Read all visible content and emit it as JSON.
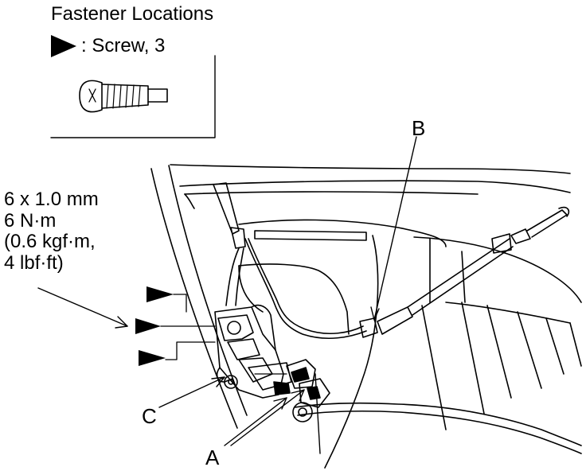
{
  "legend": {
    "title": "Fastener Locations",
    "screw_label": ": Screw, 3",
    "marker_icon": "triangle-marker-icon",
    "screw_icon": "flat-head-screw-icon"
  },
  "spec": {
    "lines": [
      "6 x 1.0 mm",
      "6 N·m",
      "(0.6 kgf·m,",
      "4 lbf·ft)"
    ]
  },
  "callouts": {
    "a": "A",
    "b": "B",
    "c": "C"
  }
}
